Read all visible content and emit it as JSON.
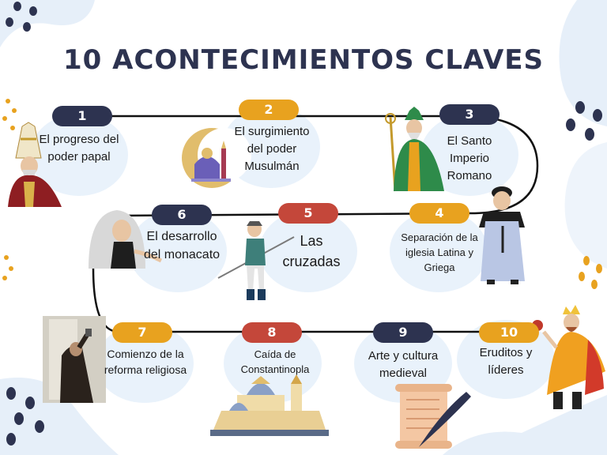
{
  "title": "10 ACONTECIMIENTOS CLAVES",
  "colors": {
    "navy": "#2d3350",
    "orange": "#e8a21f",
    "red": "#c4473a",
    "bubble": "#e9f2fb",
    "line": "#111111"
  },
  "events": [
    {
      "number": "1",
      "color": "navy",
      "label": "El progreso del poder papal",
      "image": "pope-figure"
    },
    {
      "number": "2",
      "color": "orange",
      "label": "El surgimiento del poder Musulmán",
      "image": "mosque-crescent"
    },
    {
      "number": "3",
      "color": "navy",
      "label": "El Santo Imperio Romano",
      "image": "saint-bishop-figure"
    },
    {
      "number": "4",
      "color": "orange",
      "label": "Separación de la iglesia Latina y Griega",
      "image": "monk-figure"
    },
    {
      "number": "5",
      "color": "red",
      "label": "Las cruzadas",
      "image": "crusader-soldier"
    },
    {
      "number": "6",
      "color": "navy",
      "label": "El desarrollo del monacato",
      "image": "nun-figure"
    },
    {
      "number": "7",
      "color": "orange",
      "label": "Comienzo de la reforma religiosa",
      "image": "reformer-photo"
    },
    {
      "number": "8",
      "color": "red",
      "label": "Caída de Constantinopla",
      "image": "cathedral-building"
    },
    {
      "number": "9",
      "color": "navy",
      "label": "Arte y cultura medieval",
      "image": "scroll-quill"
    },
    {
      "number": "10",
      "color": "orange",
      "label": "Eruditos y líderes",
      "image": "king-figure"
    }
  ]
}
